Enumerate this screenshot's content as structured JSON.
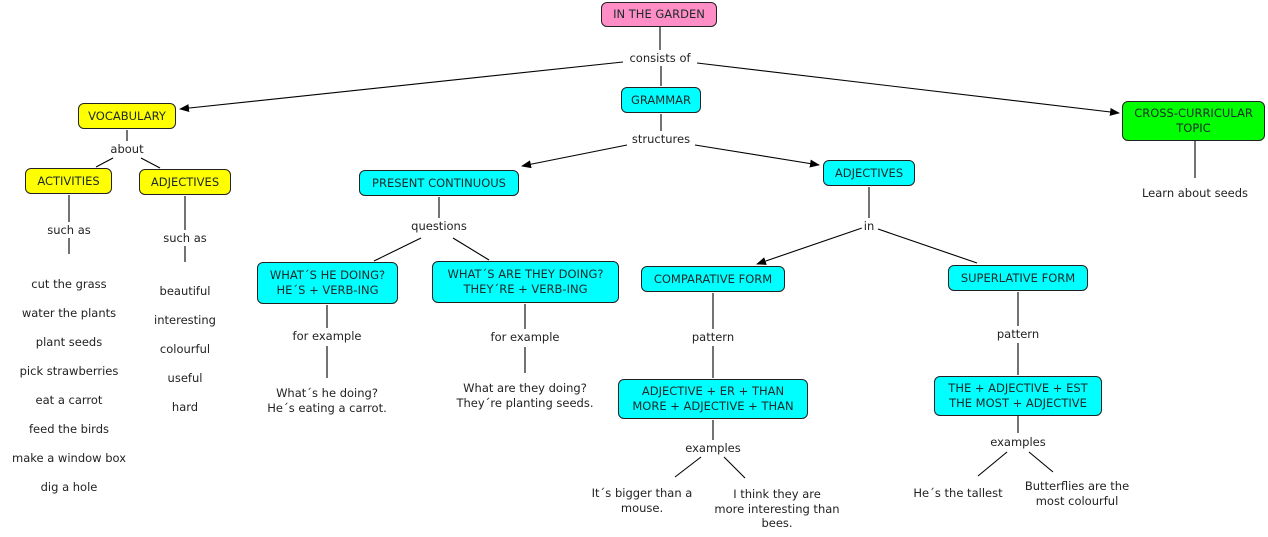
{
  "title": "IN THE GARDEN",
  "colors": {
    "root": "#ff8ec6",
    "vocabulary": "#ffff00",
    "grammar": "#00ffff",
    "cross_curricular": "#00ff00",
    "line": "#000000"
  },
  "nodes": {
    "root": "IN THE GARDEN",
    "vocabulary": "VOCABULARY",
    "grammar": "GRAMMAR",
    "cross_curricular": "CROSS-CURRICULAR\nTOPIC",
    "activities": "ACTIVITIES",
    "vocab_adjectives": "ADJECTIVES",
    "present_continuous": "PRESENT CONTINUOUS",
    "grammar_adjectives": "ADJECTIVES",
    "q_he": "WHAT´S HE DOING?\nHE´S + VERB-ING",
    "q_they": "WHAT´S ARE THEY DOING?\nTHEY´RE + VERB-ING",
    "comparative": "COMPARATIVE FORM",
    "superlative": "SUPERLATIVE FORM",
    "comparative_pattern": "ADJECTIVE + ER + THAN\nMORE + ADJECTIVE + THAN",
    "superlative_pattern": "THE + ADJECTIVE + EST\nTHE MOST + ADJECTIVE"
  },
  "links": {
    "consists_of": "consists of",
    "about": "about",
    "such_as_activities": "such as",
    "such_as_adjectives": "such as",
    "structures": "structures",
    "questions": "questions",
    "in": "in",
    "for_example_he": "for example",
    "for_example_they": "for example",
    "pattern_comparative": "pattern",
    "pattern_superlative": "pattern",
    "examples_comparative": "examples",
    "examples_superlative": "examples"
  },
  "texts": {
    "activities_list": [
      "cut the grass",
      "water the plants",
      "plant seeds",
      "pick strawberries",
      "eat a carrot",
      "feed the birds",
      "make a window box",
      "dig a hole"
    ],
    "adjectives_list": [
      "beautiful",
      "interesting",
      "colourful",
      "useful",
      "hard"
    ],
    "learn_about_seeds": "Learn about seeds",
    "example_he": "What´s he doing?\nHe´s eating a carrot.",
    "example_they": "What are they doing?\nThey´re planting seeds.",
    "comparative_example_1": "It´s bigger than a\nmouse.",
    "comparative_example_2": "I think they are\nmore interesting than\nbees.",
    "superlative_example_1": "He´s the tallest",
    "superlative_example_2": "Butterflies are the\nmost colourful"
  }
}
